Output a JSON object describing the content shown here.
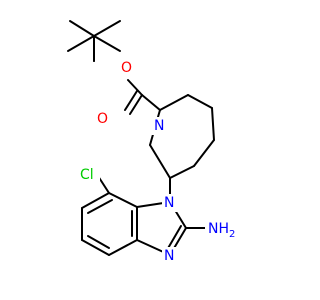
{
  "molecule": {
    "atoms": {
      "o_ether": "O",
      "o_carbonyl": "O",
      "n_ring": "N",
      "cl": "Cl",
      "n1": "N",
      "n3": "N",
      "amine": "NH",
      "amine_sub": "2"
    },
    "colors": {
      "bond": "#000000",
      "oxygen": "#ff0000",
      "nitrogen": "#0000ff",
      "chlorine": "#00cc00"
    }
  }
}
